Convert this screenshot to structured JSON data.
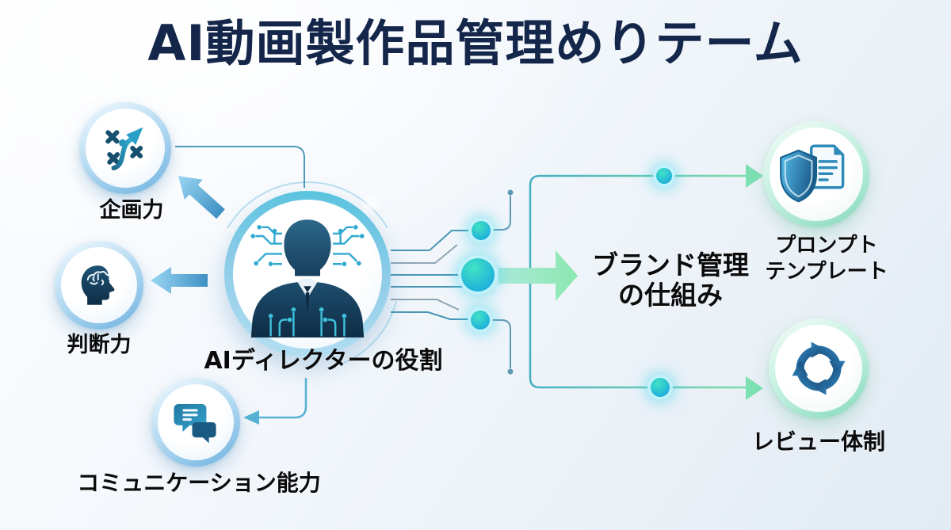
{
  "title": "AI動画製作品管理めりテーム",
  "central_node": {
    "label": "AIディレクターの役割",
    "icon": "ai-director-circuit-icon"
  },
  "skill_nodes": [
    {
      "id": "planning",
      "label": "企画力",
      "icon": "strategy-icon"
    },
    {
      "id": "judgment",
      "label": "判断力",
      "icon": "brain-head-icon"
    },
    {
      "id": "communication",
      "label": "コミュニケーション能力",
      "icon": "chat-bubbles-icon"
    }
  ],
  "flow_target": {
    "line1": "ブランド管理",
    "line2": "の仕組み"
  },
  "output_nodes": [
    {
      "id": "prompt-template",
      "line1": "プロンプト",
      "line2": "テンプレート",
      "icon": "shield-document-icon"
    },
    {
      "id": "review",
      "label": "レビュー体制",
      "icon": "cycle-arrows-icon"
    }
  ],
  "colors": {
    "title_text": "#14274a",
    "label_text": "#0b0b0c",
    "background_start": "#fcfdff",
    "background_end": "#e2ebf3",
    "circuit_line": "#4896b4",
    "trunk_line_start": "#44b0c2",
    "trunk_line_end": "#7fdcaa",
    "glow_node": "#1fb0dc",
    "main_arrow_start": "#abe8dc",
    "main_arrow_end": "#8be8ae",
    "mint_arrowhead": "#7ce0b2",
    "blue_arrow": "#3e90c4",
    "ring_blue": "#6fb2e0",
    "ring_green": "#84d8ba"
  }
}
